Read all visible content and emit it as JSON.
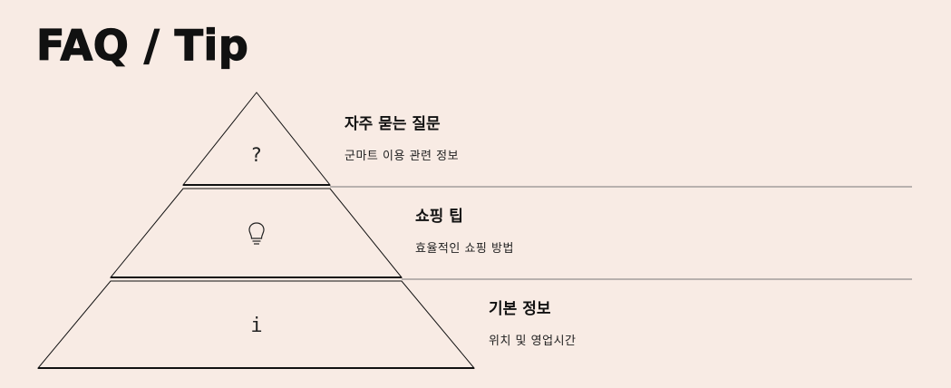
{
  "header": {
    "title": "FAQ / Tip"
  },
  "pyramid": {
    "tiers": [
      {
        "title": "자주 묻는 질문",
        "subtitle": "군마트 이용 관련 정보",
        "icon": "question-mark-icon",
        "glyph": "?"
      },
      {
        "title": "쇼핑 팁",
        "subtitle": "효율적인 쇼핑 방법",
        "icon": "lightbulb-icon"
      },
      {
        "title": "기본 정보",
        "subtitle": "위치 및 영업시간",
        "icon": "info-icon",
        "glyph": "i"
      }
    ]
  },
  "colors": {
    "background": "#f8ebe4",
    "ink": "#111111",
    "guide": "#777777"
  }
}
